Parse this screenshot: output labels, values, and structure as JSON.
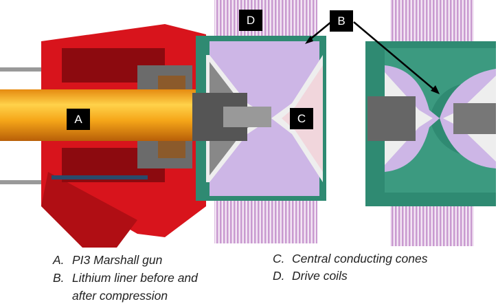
{
  "labels": {
    "a": "A",
    "b": "B",
    "c": "C",
    "d": "D"
  },
  "legend": [
    {
      "key": "A.",
      "text": "PI3 Marshall gun"
    },
    {
      "key": "B.",
      "text": "Lithium liner before and",
      "cont": "after compression"
    },
    {
      "key": "C.",
      "text": "Central conducting cones"
    },
    {
      "key": "D.",
      "text": "Drive coils"
    }
  ],
  "colors": {
    "gun": "#d8141c",
    "barrel": "#f2a516",
    "liner": "#cdb6e6",
    "wall": "#2f8a72",
    "coil": "#d6b3dc"
  }
}
